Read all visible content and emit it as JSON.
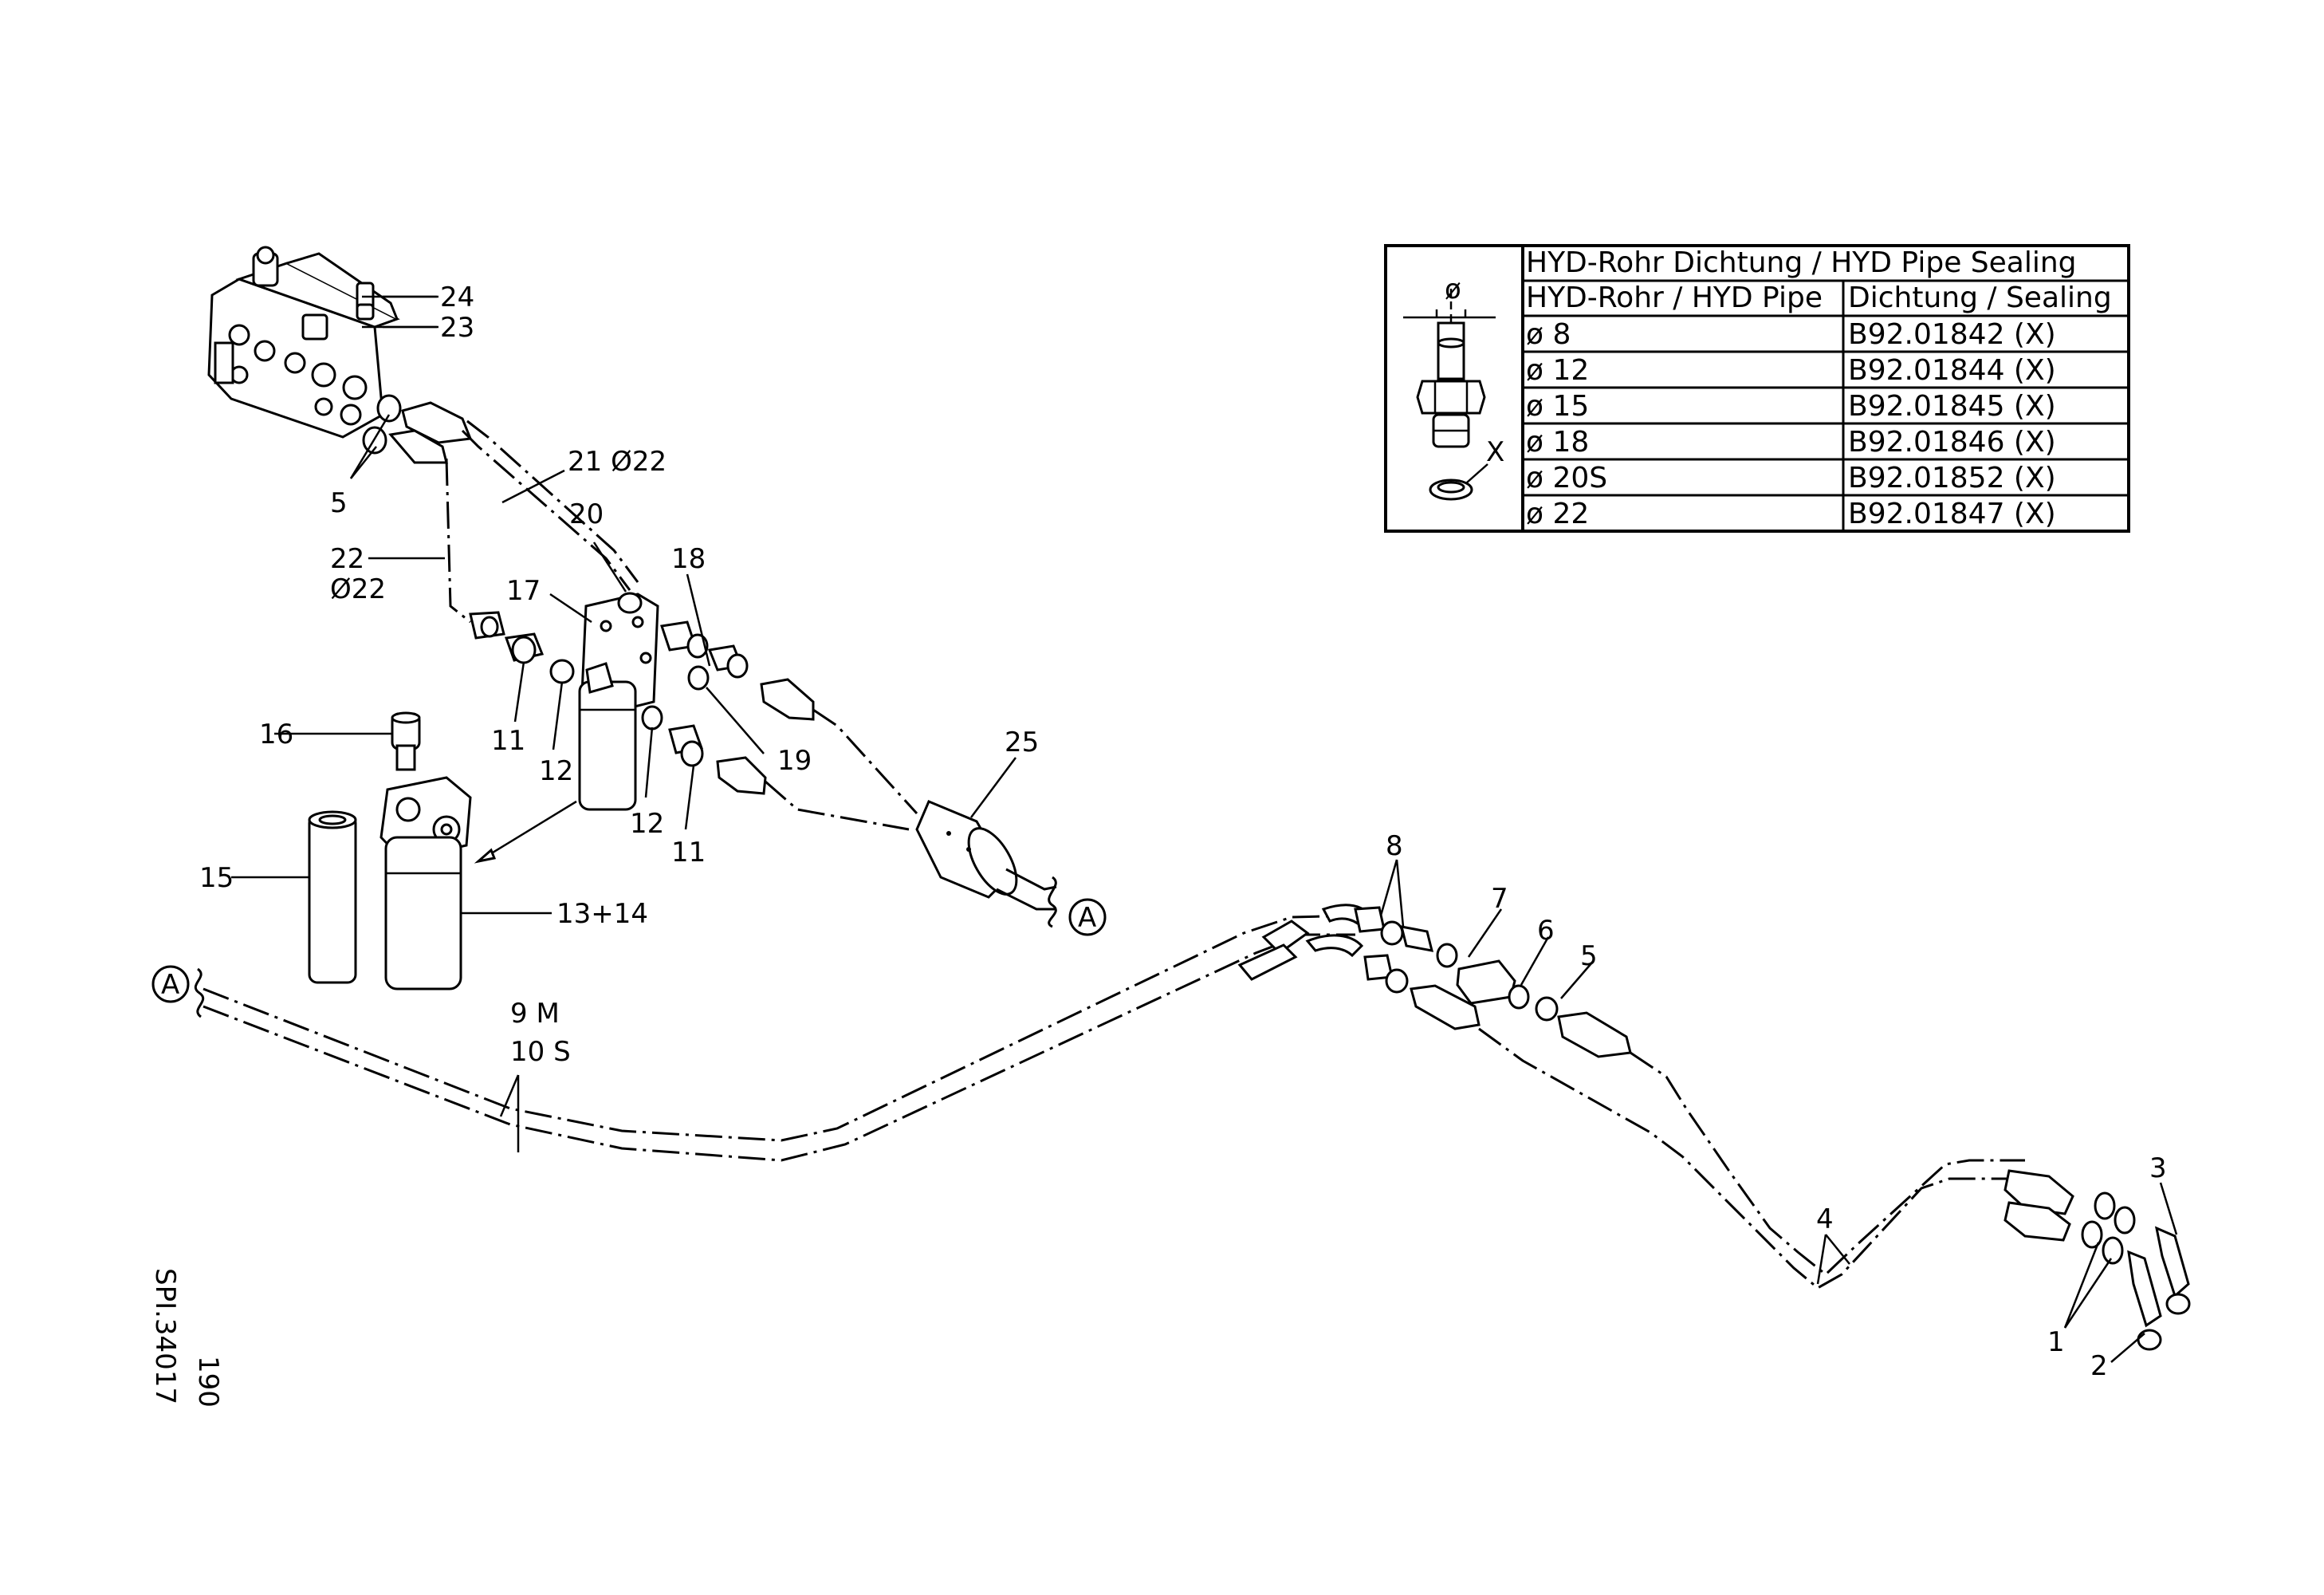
{
  "sealing_table": {
    "title": "HYD-Rohr Dichtung / HYD Pipe Sealing",
    "col_pipe": "HYD-Rohr / HYD Pipe",
    "col_sealing": "Dichtung / Sealing",
    "diameter_symbol": "ø",
    "seal_marker": "X",
    "rows": [
      {
        "pipe": "ø  8",
        "sealing": "B92.01842   (X)"
      },
      {
        "pipe": "ø  12",
        "sealing": "B92.01844   (X)"
      },
      {
        "pipe": "ø  15",
        "sealing": "B92.01845   (X)"
      },
      {
        "pipe": "ø  18",
        "sealing": "B92.01846   (X)"
      },
      {
        "pipe": "ø  20S",
        "sealing": "B92.01852   (X)"
      },
      {
        "pipe": "ø  22",
        "sealing": "B92.01847   (X)"
      }
    ]
  },
  "callouts": {
    "c24": "24",
    "c23": "23",
    "c5a": "5",
    "c21": "21 Ø22",
    "c22": "22",
    "c22b": "Ø22",
    "c20": "20",
    "c17": "17",
    "c18": "18",
    "c11a": "11",
    "c12a": "12",
    "c19": "19",
    "c12b": "12",
    "c11b": "11",
    "c16": "16",
    "c25": "25",
    "c15": "15",
    "c1314": "13+14",
    "c9": "9   M",
    "c10": "10  S",
    "c8": "8",
    "c7": "7",
    "c6": "6",
    "c5b": "5",
    "c4": "4",
    "c3": "3",
    "c2": "2",
    "c1": "1"
  },
  "connectors": {
    "a_right": "A",
    "a_left": "A"
  },
  "drawing_id": "SPI.34017",
  "page_number": "190"
}
